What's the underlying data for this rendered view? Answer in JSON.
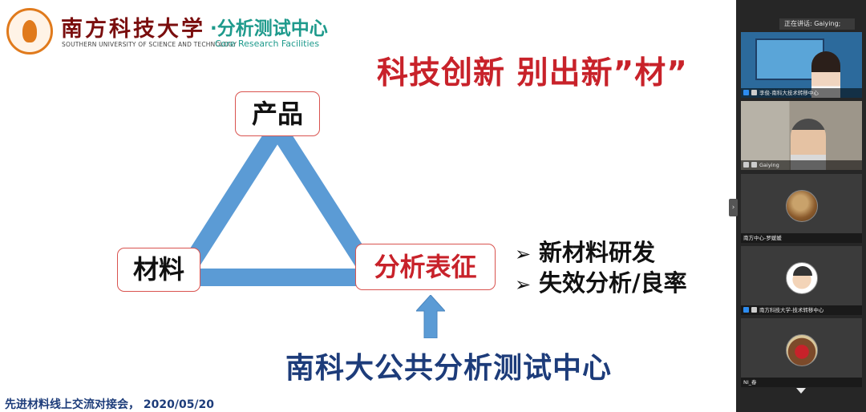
{
  "slide": {
    "university_name": "南方科技大学",
    "university_en": "SOUTHERN UNIVERSITY OF SCIENCE AND TECHNOLOGY",
    "center_name": "·分析测试中心",
    "center_en": "Core Research Facilities",
    "slogan": "科技创新 别出新”材”",
    "diagram": {
      "node_top": "产品",
      "node_left": "材料",
      "node_right": "分析表征"
    },
    "bullets": [
      "新材料研发",
      "失效分析/良率"
    ],
    "bottom_label": "南科大公共分析测试中心",
    "footer": "先进材料线上交流对接会， 2020/05/20",
    "colors": {
      "accent_red": "#c8222a",
      "navy": "#1d3c7a",
      "teal": "#1e9a8c",
      "triangle_blue": "#5b9bd5"
    }
  },
  "meeting_panel": {
    "speaking_label": "正在讲话: Gaiying;",
    "participants": [
      {
        "name": "李俊-南科大技术转移中心",
        "type": "video"
      },
      {
        "name": "Gaiying",
        "type": "video"
      },
      {
        "name": "南方中心-罗媛媛",
        "type": "avatar"
      },
      {
        "name": "南方科技大学-技术转移中心",
        "type": "avatar"
      },
      {
        "name": "NI_春",
        "type": "avatar"
      }
    ],
    "icons": [
      "collapse-arrow-icon",
      "chevron-down-icon",
      "microphone-icon",
      "camera-icon"
    ]
  }
}
